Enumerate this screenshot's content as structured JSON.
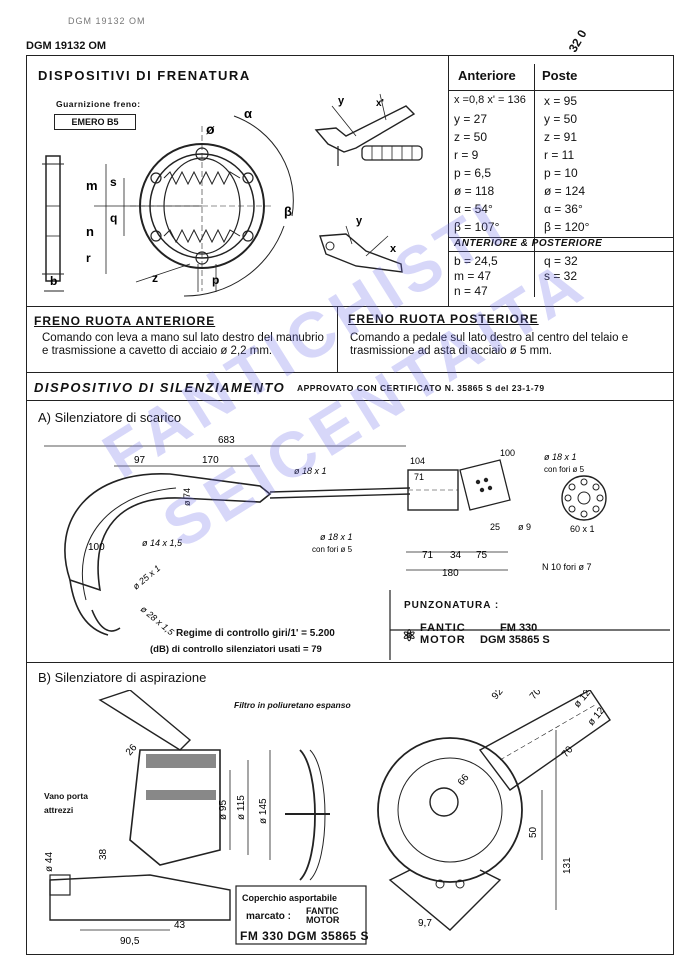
{
  "header": {
    "faded_ref": "DGM 19132 OM",
    "ref": "DGM 19132 OM",
    "page_note": "32 0"
  },
  "braking": {
    "title": "DISPOSITIVI DI FRENATURA",
    "lining_label": "Guarnizione freno:",
    "lining_value": "EMERO B5",
    "col_front": "Anteriore",
    "col_rear": "Poste",
    "rows": [
      {
        "front": "x =0,8 x' = 136",
        "rear": "x = 95"
      },
      {
        "front": "y = 27",
        "rear": "y = 50"
      },
      {
        "front": "z = 50",
        "rear": "z = 91"
      },
      {
        "front": "r = 9",
        "rear": "r = 11"
      },
      {
        "front": "p = 6,5",
        "rear": "p = 10"
      },
      {
        "front": "ø = 118",
        "rear": "ø = 124"
      },
      {
        "front": "α = 54°",
        "rear": "α = 36°"
      },
      {
        "front": "β = 107°",
        "rear": "β = 120°"
      }
    ],
    "both_title": "ANTERIORE & POSTERIORE",
    "both_rows": [
      {
        "left": "b = 24,5",
        "right": "q = 32"
      },
      {
        "left": "m = 47",
        "right": "s = 32"
      },
      {
        "left": "n = 47",
        "right": ""
      }
    ],
    "front_brake_title": "FRENO RUOTA ANTERIORE",
    "front_brake_text": "Comando con leva a mano sul lato destro del manubrio e trasmissione a cavetto di acciaio ø 2,2 mm.",
    "rear_brake_title": "FRENO RUOTA POSTERIORE",
    "rear_brake_text": "Comando a pedale sul lato destro al centro del telaio e trasmissione ad asta di acciaio ø 5 mm.",
    "drum_labels": [
      "m",
      "s",
      "q",
      "n",
      "r",
      "b",
      "z",
      "p",
      "α",
      "β",
      "ø"
    ],
    "lever_labels": [
      "y",
      "x'",
      "y",
      "x"
    ]
  },
  "silencer": {
    "title": "DISPOSITIVO DI SILENZIAMENTO",
    "approval": "APPROVATO CON CERTIFICATO N. 35865 S del 23-1-79",
    "exhaust_title": "A) Silenziatore di scarico",
    "dims_exhaust": [
      "683",
      "97",
      "170",
      "ø 18 x 1",
      "104",
      "71",
      "ø 74",
      "ø 14 x 1,5",
      "100",
      "ø 18 x 1",
      "con fori ø 5",
      "71",
      "34",
      "75",
      "180",
      "25",
      "ø 9",
      "100",
      "ø 18 x 1",
      "con fori ø 5",
      "60 x 1",
      "N 10 fori ø 7",
      "ø 25 x 1",
      "ø 28 x 1,5"
    ],
    "rpm_label": "Regime di controllo giri/1' = 5.200",
    "db_label": "(dB) di controllo silenziatori usati = 79",
    "punch_label": "PUNZONATURA :",
    "brand_line1": "FANTIC",
    "brand_line2": "MOTOR",
    "model_line1": "FM 330",
    "model_line2": "DGM 35865 S",
    "intake_title": "B) Silenziatore di aspirazione",
    "filter_label": "Filtro in poliuretano espanso",
    "tool_label": "Vano porta attrezzi",
    "dims_intake": [
      "26",
      "ø 95",
      "ø 115",
      "ø 145",
      "ø 44",
      "38",
      "90,5",
      "43",
      "92",
      "70",
      "ø 12",
      "ø 12",
      "70",
      "66",
      "50",
      "131",
      "9,7"
    ],
    "cover_label": "Coperchio asportabile",
    "cover_marked": "marcato :",
    "cover_model": "FM 330 DGM 35865 S"
  },
  "watermark": [
    "FANTICHISTI",
    "SEICENTAITA"
  ]
}
